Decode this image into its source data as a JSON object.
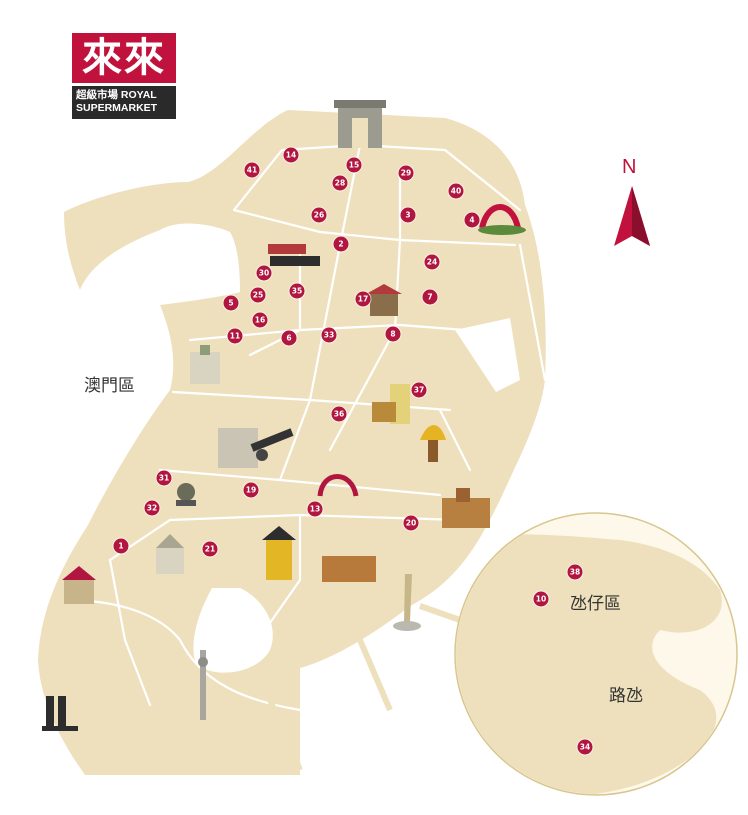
{
  "logo": {
    "cn": "來來",
    "line1": "超級市場 ROYAL",
    "line2": "SUPERMARKET"
  },
  "districts": {
    "macau": "澳門區",
    "taipa": "氹仔區",
    "coloane": "路氹"
  },
  "compass": {
    "label": "N"
  },
  "colors": {
    "land": "#eee0bd",
    "water": "#ffffff",
    "pin": "#b0163f",
    "road": "#ffffff",
    "accent": "#c0123c"
  },
  "pins": [
    {
      "n": "1"
    },
    {
      "n": "2"
    },
    {
      "n": "3"
    },
    {
      "n": "4"
    },
    {
      "n": "5"
    },
    {
      "n": "6"
    },
    {
      "n": "7"
    },
    {
      "n": "8"
    },
    {
      "n": "10"
    },
    {
      "n": "11"
    },
    {
      "n": "13"
    },
    {
      "n": "14"
    },
    {
      "n": "15"
    },
    {
      "n": "16"
    },
    {
      "n": "17"
    },
    {
      "n": "19"
    },
    {
      "n": "20"
    },
    {
      "n": "21"
    },
    {
      "n": "24"
    },
    {
      "n": "25"
    },
    {
      "n": "26"
    },
    {
      "n": "28"
    },
    {
      "n": "29"
    },
    {
      "n": "30"
    },
    {
      "n": "31"
    },
    {
      "n": "32"
    },
    {
      "n": "33"
    },
    {
      "n": "34"
    },
    {
      "n": "35"
    },
    {
      "n": "36"
    },
    {
      "n": "37"
    },
    {
      "n": "38"
    },
    {
      "n": "40"
    },
    {
      "n": "41"
    }
  ],
  "landmark_icons": [
    "gate-icon",
    "arch-icon",
    "racetrack-icon",
    "temple-icon",
    "church-icon",
    "lighthouse-icon",
    "ruins-icon",
    "cannon-icon",
    "lotus-icon",
    "tree-icon",
    "chapel-icon",
    "pagoda-icon",
    "theater-icon",
    "statue-icon",
    "tower-icon",
    "monument-icon",
    "fortress-icon",
    "pavilion-icon"
  ]
}
